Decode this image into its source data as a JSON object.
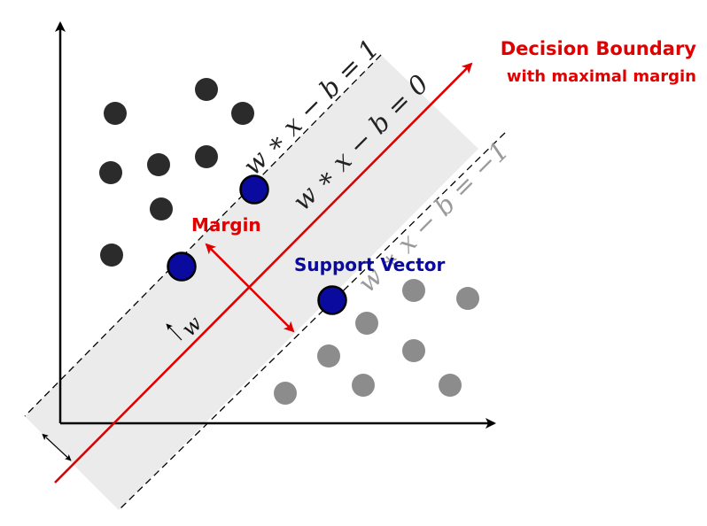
{
  "labels": {
    "title_line1": "Decision Boundary",
    "title_line2": "with maximal margin",
    "margin": "Margin",
    "support_vector": "Support Vector",
    "upper_margin_eq": "w ∗ x − b = 1",
    "boundary_eq": "w ∗ x − b = 0",
    "lower_margin_eq": "w ∗ x − b = −1",
    "w_vector": "w"
  },
  "colors": {
    "boundary": "#e00000",
    "support_vector_fill": "#0a0a9e",
    "class_a_points": "#2b2b2b",
    "class_b_points": "#8c8c8c",
    "margin_band": "#ebebeb",
    "axes": "#000000",
    "upper_eq_text": "#222222",
    "lower_eq_text": "#9a9a9a"
  },
  "points": {
    "class_a": 10,
    "class_b": 9,
    "support_vectors": 3
  }
}
